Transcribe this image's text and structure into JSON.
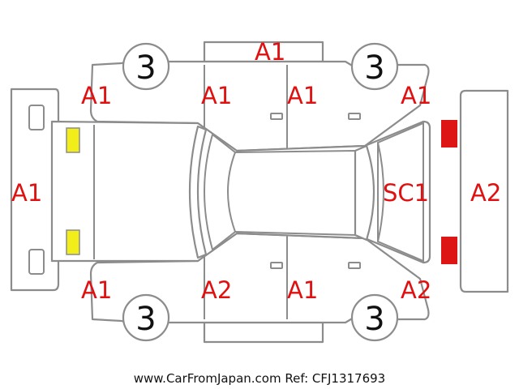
{
  "colors": {
    "outline": "#8c8c8c",
    "code_text": "#e01010",
    "headlight": "#f2ee1a",
    "taillight": "#dd1515"
  },
  "codes": {
    "roof_top": "A1",
    "front_fender_left_top": "A1",
    "front_door_top": "A1",
    "rear_door_top": "A1",
    "rear_fender_right_top": "A1",
    "front_bumper": "A1",
    "rear_glass": "SC1",
    "rear_bumper": "A2",
    "front_fender_left_bottom": "A1",
    "front_door_bottom": "A2",
    "rear_door_bottom": "A1",
    "rear_fender_right_bottom": "A2"
  },
  "tires": {
    "front_top": "3",
    "rear_top": "3",
    "front_bottom": "3",
    "rear_bottom": "3"
  },
  "footer": {
    "text": "www.CarFromJapan.com Ref: CFJ1317693"
  }
}
